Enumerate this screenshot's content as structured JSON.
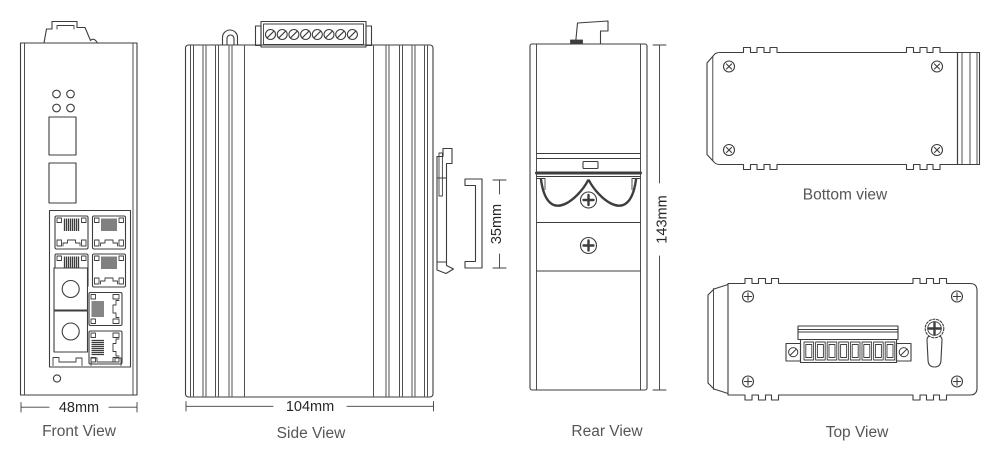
{
  "palette": {
    "background": "#ffffff",
    "line_color": "#3d3d3d",
    "caption_text_color": "#55565a",
    "dimension_text_color": "#272727"
  },
  "views": {
    "front": {
      "label": "Front View",
      "width_dimension": "48mm",
      "features": {
        "led_indicators": 4,
        "sfp_slots": 2,
        "rj45_ports": 6,
        "sc_fiber_ports": 2
      }
    },
    "side": {
      "label": "Side View",
      "width_dimension": "104mm",
      "din_rail_dimension": "35mm",
      "features": {
        "terminal_screws": 8,
        "din_rail_profile": true
      }
    },
    "rear": {
      "label": "Rear View",
      "height_dimension": "143mm",
      "features": {
        "phillips_screws": 2,
        "din_clip_springs": 2
      }
    },
    "bottom": {
      "label": "Bottom view",
      "features": {
        "corner_screws": 4
      }
    },
    "top": {
      "label": "Top View",
      "features": {
        "corner_screws": 4,
        "terminal_positions": 8,
        "ground_lug": true
      }
    }
  }
}
